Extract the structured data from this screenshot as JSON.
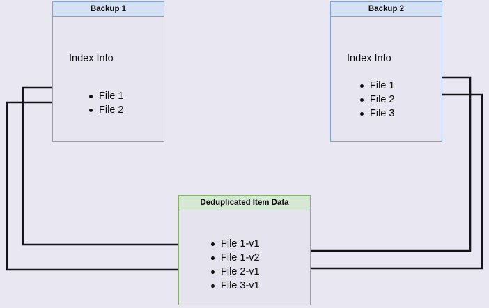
{
  "diagram": {
    "title_backup1": "Backup 1",
    "title_backup2": "Backup 2",
    "title_dedup": "Deduplicated Item Data",
    "heading_index_info": "Index Info",
    "backup1_files": [
      "File 1",
      "File 2"
    ],
    "backup2_files": [
      "File 1",
      "File 2",
      "File 3"
    ],
    "dedup_items": [
      "File 1-v1",
      "File 1-v2",
      "File 2-v1",
      "File 3-v1"
    ],
    "colors": {
      "background": "#e9e7f1",
      "blue_border": "#7ea2d0",
      "blue_header_fill": "#d4e1f5",
      "green_border": "#82b366",
      "green_header_fill": "#d5e8d4",
      "body_fill": "#e7e5f0",
      "edge_stroke": "#14131a",
      "text": "#0b0b0b"
    },
    "edges": [
      {
        "name": "backup1-file1-to-dedup-file1v1",
        "from": "Backup 1 / File 1",
        "to": "File 1-v1"
      },
      {
        "name": "backup1-file2-to-dedup-file2v1",
        "from": "Backup 1 / File 2",
        "to": "File 2-v1"
      },
      {
        "name": "backup2-file1-to-dedup-file1v2",
        "from": "Backup 2 / File 1",
        "to": "File 1-v2"
      },
      {
        "name": "backup2-file2-to-dedup-file2v1",
        "from": "Backup 2 / File 2",
        "to": "File 2-v1"
      }
    ]
  }
}
